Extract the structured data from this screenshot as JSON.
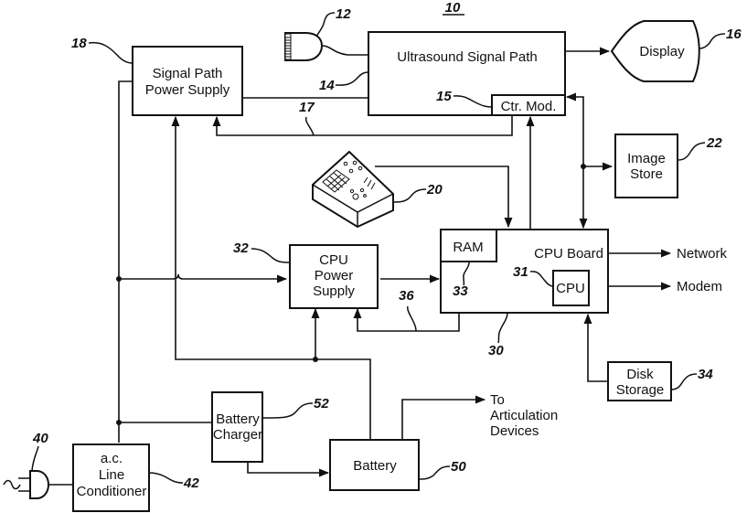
{
  "figure": {
    "number": "10",
    "colors": {
      "line": "#111111",
      "background": "#ffffff"
    }
  },
  "blocks": {
    "signal_path_power_supply": {
      "lines": [
        "Signal Path",
        "Power Supply"
      ],
      "ref": "18"
    },
    "ultrasound_signal_path": {
      "lines": [
        "Ultrasound Signal Path"
      ],
      "ref": "14"
    },
    "ctr_mod": {
      "lines": [
        "Ctr. Mod."
      ],
      "ref": "15"
    },
    "display": {
      "lines": [
        "Display"
      ],
      "ref": "16"
    },
    "image_store": {
      "lines": [
        "Image",
        "Store"
      ],
      "ref": "22"
    },
    "cpu_power_supply": {
      "lines": [
        "CPU",
        "Power",
        "Supply"
      ],
      "ref": "32"
    },
    "cpu_board": {
      "lines": [
        "CPU Board"
      ],
      "ref": "30"
    },
    "ram": {
      "lines": [
        "RAM"
      ],
      "ref": "33"
    },
    "cpu": {
      "lines": [
        "CPU"
      ],
      "ref": "31"
    },
    "disk_storage": {
      "lines": [
        "Disk",
        "Storage"
      ],
      "ref": "34"
    },
    "battery_charger": {
      "lines": [
        "Battery",
        "Charger"
      ],
      "ref": "52"
    },
    "battery": {
      "lines": [
        "Battery"
      ],
      "ref": "50"
    },
    "line_conditioner": {
      "lines": [
        "a.c.",
        "Line",
        "Conditioner"
      ],
      "ref": "42"
    },
    "transducer": {
      "ref": "12"
    },
    "control_panel": {
      "ref": "20"
    },
    "ac_plug": {
      "ref": "40"
    }
  },
  "connections": {
    "control_bus_ref": "17",
    "cpu_power_feedback_ref": "36"
  },
  "outputs": {
    "network": "Network",
    "modem": "Modem",
    "articulation": [
      "To",
      "Articulation",
      "Devices"
    ]
  }
}
